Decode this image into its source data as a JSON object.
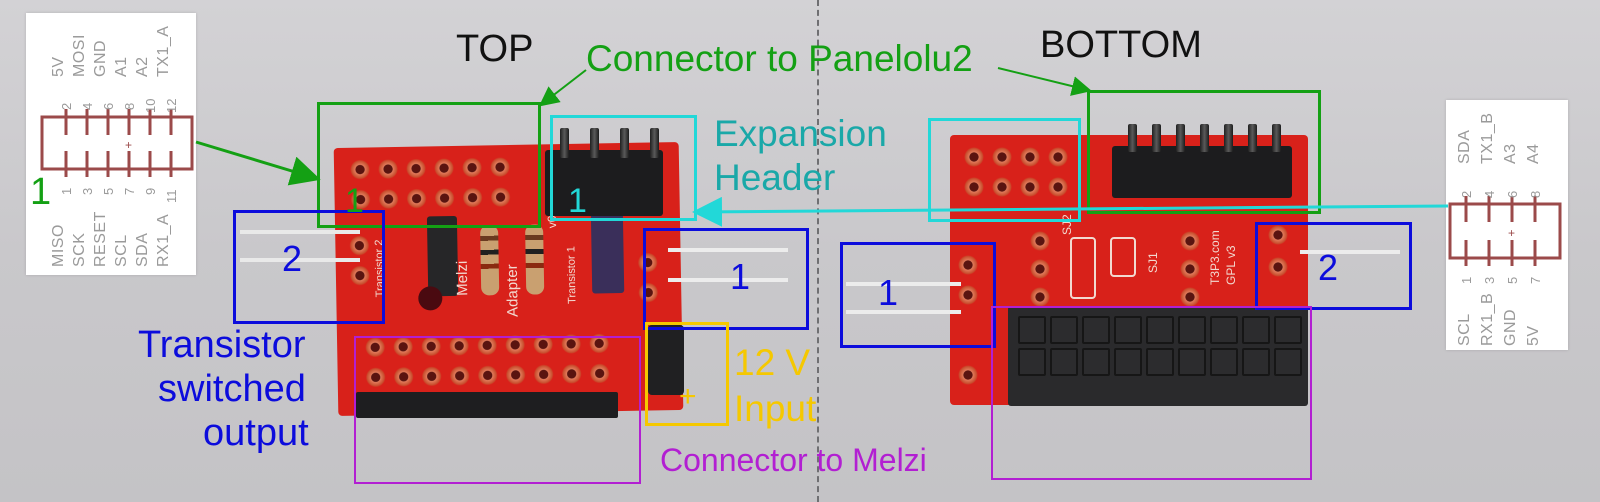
{
  "left_schematic": {
    "top_pin_labels": [
      "5V",
      "MOSI",
      "GND",
      "A1",
      "A2",
      "TX1_A"
    ],
    "top_pin_numbers": [
      "2",
      "4",
      "6",
      "8",
      "10",
      "12"
    ],
    "bottom_pin_labels": [
      "MISO",
      "SCK",
      "RESET",
      "SCL",
      "SDA",
      "RX1_A"
    ],
    "bottom_pin_numbers": [
      "1",
      "3",
      "5",
      "7",
      "9",
      "11"
    ],
    "pin1_marker": "1"
  },
  "right_schematic": {
    "top_pin_labels": [
      "SDA",
      "TX1_B",
      "A3",
      "A4"
    ],
    "top_pin_numbers": [
      "2",
      "4",
      "6",
      "8"
    ],
    "bottom_pin_labels": [
      "SCL",
      "RX1_B",
      "GND",
      "5V"
    ],
    "bottom_pin_numbers": [
      "1",
      "3",
      "5",
      "7"
    ]
  },
  "labels": {
    "top": "TOP",
    "bottom": "BOTTOM",
    "panelolu": "Connector to Panelolu2",
    "expansion_line1": "Expansion",
    "expansion_line2": "Header",
    "transistor_line1": "Transistor",
    "transistor_line2": "switched",
    "transistor_line3": "output",
    "power_line1": "12 V",
    "power_line2": "Input",
    "melzi": "Connector to Melzi",
    "plus": "+"
  },
  "box_labels": {
    "top_left_1": "1",
    "top_expansion_1": "1",
    "top_output_2": "2",
    "top_output_1": "1",
    "bottom_output_1": "1",
    "bottom_output_2": "2"
  },
  "silkscreen": {
    "melzi": "Melzi",
    "adapter": "Adapter",
    "transistor2": "Transistor 2",
    "transistor1": "Transistor 1",
    "version": "v0.3",
    "t3p3": "T3P3.com",
    "gplv3": "GPL v3",
    "sj1": "SJ1",
    "sj2": "SJ2"
  },
  "colors": {
    "green": "#14a014",
    "cyan": "#22d8d8",
    "blue": "#0c0cdc",
    "yellow": "#f5c800",
    "purple": "#b21fd2",
    "schematic": "#9b4a4a",
    "board_red": "#d8211a"
  }
}
